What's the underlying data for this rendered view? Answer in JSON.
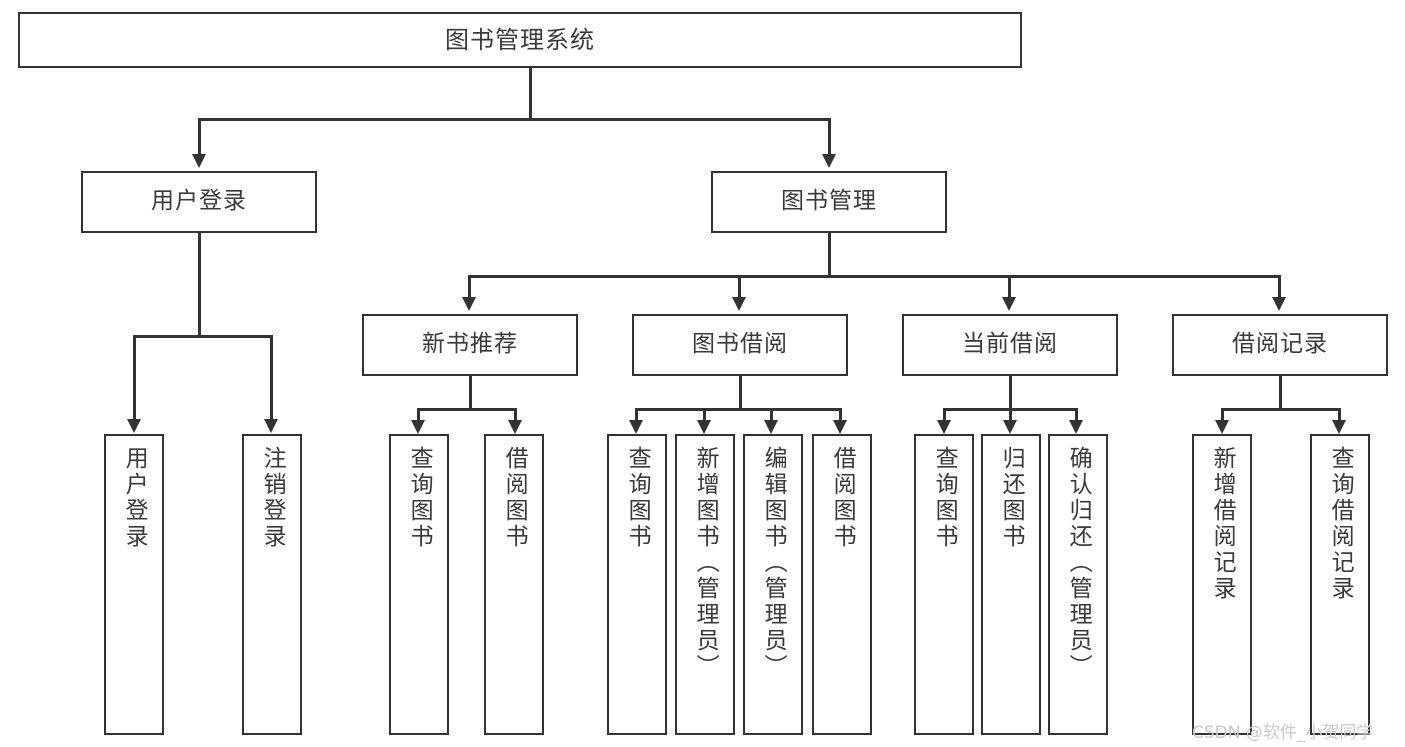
{
  "diagram": {
    "type": "tree-hierarchy",
    "title": "图书管理系统",
    "watermark": "CSDN @软件_小贺同学",
    "colors": {
      "stroke": "#333333",
      "fill": "#ffffff",
      "text": "#3a3a3a",
      "watermark": "#c9c9c9"
    },
    "root": {
      "label": "图书管理系统"
    },
    "level2": [
      {
        "label": "用户登录"
      },
      {
        "label": "图书管理"
      }
    ],
    "level3": [
      {
        "label": "新书推荐"
      },
      {
        "label": "图书借阅"
      },
      {
        "label": "当前借阅"
      },
      {
        "label": "借阅记录"
      }
    ],
    "leaves": {
      "user_login": [
        {
          "label": "用户登录"
        },
        {
          "label": "注销登录"
        }
      ],
      "new_book": [
        {
          "label": "查询图书"
        },
        {
          "label": "借阅图书"
        }
      ],
      "book_borrow": [
        {
          "label": "查询图书"
        },
        {
          "label": "新增图书（管理员）"
        },
        {
          "label": "编辑图书（管理员）"
        },
        {
          "label": "借阅图书"
        }
      ],
      "current_borrow": [
        {
          "label": "查询图书"
        },
        {
          "label": "归还图书"
        },
        {
          "label": "确认归还（管理员）"
        }
      ],
      "borrow_record": [
        {
          "label": "新增借阅记录"
        },
        {
          "label": "查询借阅记录"
        }
      ]
    }
  }
}
